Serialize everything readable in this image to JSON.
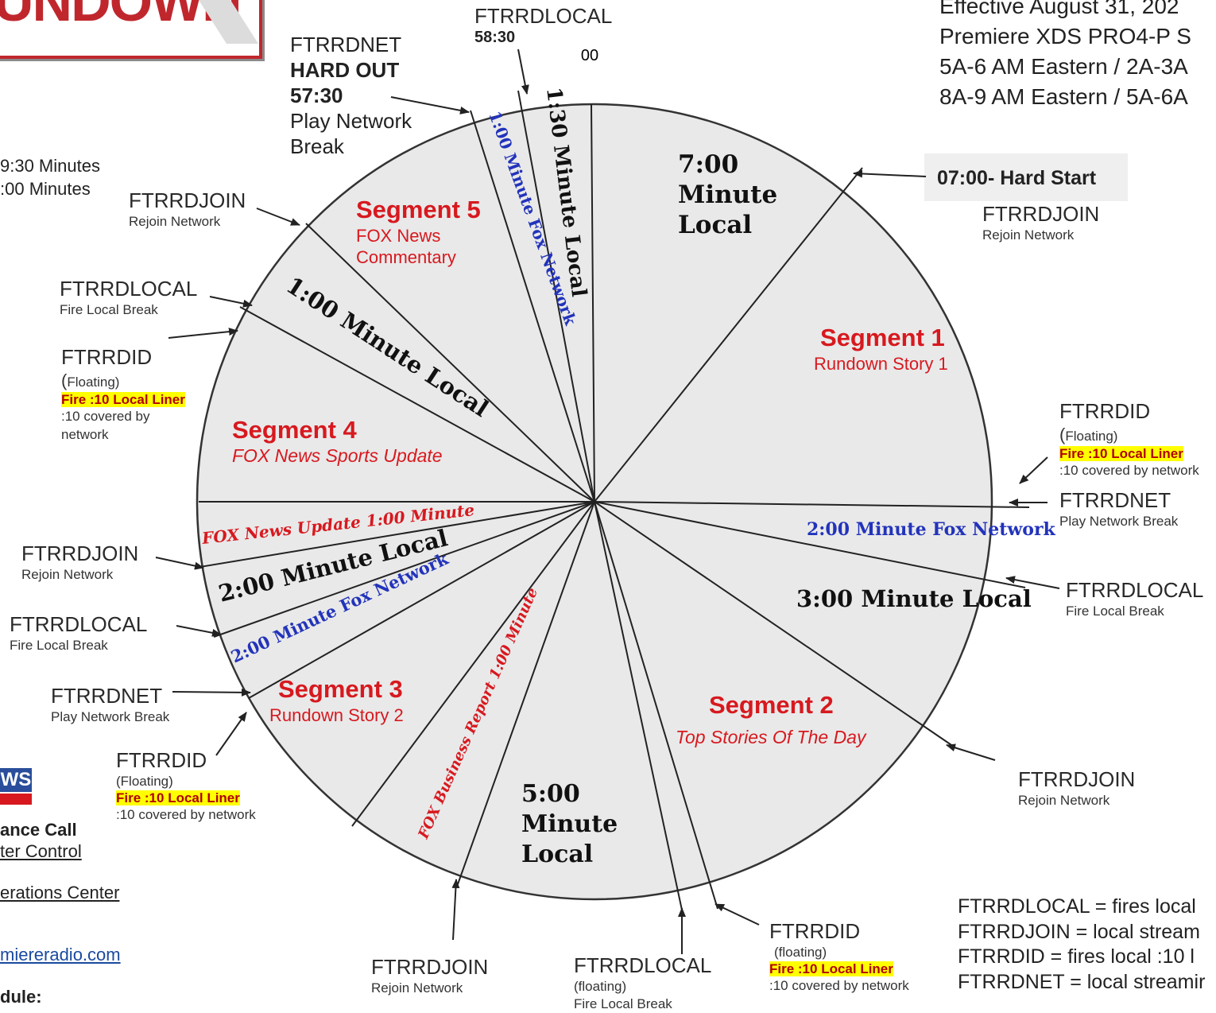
{
  "logo": {
    "text": "UNDOWN",
    "brand_color": "#c0272d"
  },
  "header": {
    "lines": [
      "Effective August 31,  202",
      "Premiere XDS PRO4-P S",
      "5A-6 AM Eastern /  2A-3A",
      "8A-9 AM Eastern / 5A-6A"
    ]
  },
  "left_panel": {
    "minutes": [
      "9:30 Minutes",
      ":00  Minutes"
    ],
    "news_logo": "WS",
    "ance_call": "ance Call",
    "ter_control": "ter Control",
    "erations_center": "erations Center",
    "email": "miereradio.com",
    "dule": "dule:"
  },
  "wheel": {
    "top_mark": "00",
    "fill": "#e9e9e9",
    "sectors": {
      "local_7": [
        "7:00",
        "Minute",
        "Local"
      ],
      "seg1": {
        "title": "Segment  1",
        "sub": "Rundown Story 1"
      },
      "fox_net_2_right": "2:00 Minute Fox Network",
      "local_3": "3:00 Minute Local",
      "seg2": {
        "title": "Segment 2",
        "sub": "Top Stories Of The Day"
      },
      "local_5": [
        "5:00",
        "Minute",
        "Local"
      ],
      "fox_business": "FOX Business Report 1:00 Minute",
      "seg3": {
        "title": "Segment 3",
        "sub": "Rundown Story 2"
      },
      "fox_net_2_left": "2:00 Minute Fox Network",
      "local_2": "2:00 Minute Local",
      "fox_update": "FOX News Update 1:00 Minute",
      "seg4": {
        "title": "Segment 4",
        "sub": "FOX News Sports Update"
      },
      "local_1": "1:00 Minute Local",
      "seg5": {
        "title": "Segment  5",
        "sub": [
          "FOX News",
          "Commentary"
        ]
      },
      "fox_net_1": "1:00 Minute Fox Network",
      "local_130": "1:30 Minute Local"
    }
  },
  "callouts": {
    "top_local": {
      "code": "FTRRDLOCAL",
      "time": "58:30"
    },
    "top_net": {
      "code": "FTRRDNET",
      "hard": "HARD OUT",
      "time": "57:30",
      "desc": [
        "Play Network",
        "Break"
      ]
    },
    "hard_start": "07:00- Hard Start",
    "rejoin_top_right": {
      "code": "FTRRDJOIN",
      "desc": "Rejoin Network"
    },
    "id_right": {
      "code": "FTRRDID",
      "paren": "(",
      "floating": "Floating)",
      "liner": "Fire :10 Local Liner",
      "covered": ":10 covered by network"
    },
    "net_right": {
      "code": "FTRRDNET",
      "desc": "Play Network Break"
    },
    "local_right": {
      "code": "FTRRDLOCAL",
      "desc": "Fire Local Break"
    },
    "rejoin_bottom_right": {
      "code": "FTRRDJOIN",
      "desc": "Rejoin Network"
    },
    "id_bottom": {
      "code": "FTRRDID",
      "floating": "(floating)",
      "liner": "Fire :10 Local Liner",
      "covered": ":10 covered by network"
    },
    "local_bottom": {
      "code": "FTRRDLOCAL",
      "floating": "(floating)",
      "desc": "Fire Local Break"
    },
    "rejoin_bottom": {
      "code": "FTRRDJOIN",
      "desc": "Rejoin Network"
    },
    "id_bottom_left": {
      "code": "FTRRDID",
      "floating": "(Floating)",
      "liner": "Fire :10 Local Liner",
      "covered": ":10 covered by network"
    },
    "net_left": {
      "code": "FTRRDNET",
      "desc": "Play Network Break"
    },
    "local_left_bottom": {
      "code": "FTRRDLOCAL",
      "desc": "Fire Local Break"
    },
    "rejoin_left": {
      "code": "FTRRDJOIN",
      "desc": "Rejoin Network"
    },
    "id_left": {
      "code": "FTRRDID",
      "paren": "(",
      "floating": "Floating)",
      "liner": "Fire :10 Local Liner",
      "covered1": ":10 covered by",
      "covered2": "network"
    },
    "local_left_top": {
      "code": "FTRRDLOCAL",
      "desc": "Fire Local Break"
    },
    "rejoin_top_left": {
      "code": "FTRRDJOIN",
      "desc": "Rejoin Network"
    }
  },
  "legend": [
    "FTRRDLOCAL = fires local",
    "FTRRDJOIN = local stream",
    "FTRRDID  = fires local :10 l",
    "FTRRDNET = local streamir"
  ]
}
